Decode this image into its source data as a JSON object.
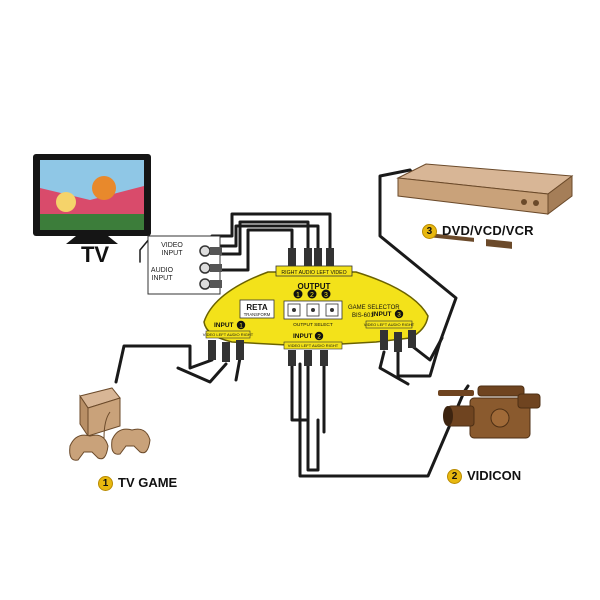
{
  "devices": {
    "tv": {
      "label": "TV"
    },
    "dvd": {
      "number": "3",
      "label": "DVD/VCD/VCR"
    },
    "tv_game": {
      "number": "1",
      "label": "TV GAME"
    },
    "vidicon": {
      "number": "2",
      "label": "VIDICON"
    }
  },
  "tv_panel": {
    "video_input_line1": "VIDEO",
    "video_input_line2": "INPUT",
    "audio_input_line1": "AUDIO",
    "audio_input_line2": "INPUT"
  },
  "selector": {
    "top_strip": "RIGHT AUDIO LEFT VIDEO",
    "output_label": "OUTPUT",
    "output_numbers": [
      "1",
      "2",
      "3"
    ],
    "brand_line1": "RETA",
    "brand_line2": "TRANSFORM",
    "product_line1": "GAME SELECTOR",
    "product_line2": "BIS-601",
    "output_select": "OUTPUT SELECT",
    "input1_label": "INPUT",
    "input1_number": "1",
    "input1_strip": "VIDEO LEFT AUDIO RIGHT",
    "input2_label": "INPUT",
    "input2_number": "2",
    "input2_strip": "VIDEO LEFT AUDIO RIGHT",
    "input3_label": "INPUT",
    "input3_number": "3",
    "input3_strip": "VIDEO LEFT AUDIO RIGHT"
  },
  "colors": {
    "selector_body": "#f3e21a",
    "cable": "#1a1a1a",
    "device_tan": "#c9a27a",
    "camera_brown": "#8a5a2e"
  }
}
